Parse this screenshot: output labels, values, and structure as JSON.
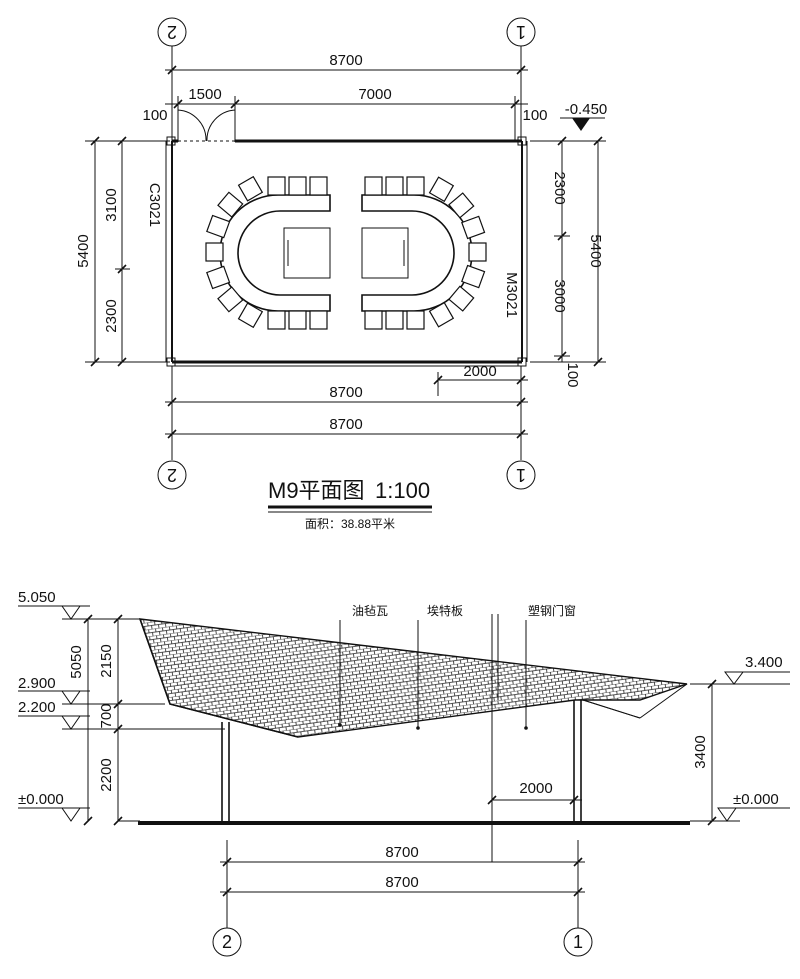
{
  "plan": {
    "axis_left": "2",
    "axis_right": "1",
    "dim_total_top": "8700",
    "dim_door": "1500",
    "dim_wall": "7000",
    "dim_100_left": "100",
    "dim_100_right": "100",
    "level": "-0.450",
    "dim_left_total": "5400",
    "dim_left_upper": "3100",
    "dim_left_lower": "2300",
    "dim_right_total": "5400",
    "dim_right_upper": "2300",
    "dim_right_lower": "3000",
    "dim_right_100": "100",
    "window_code": "C3021",
    "door_code": "M3021",
    "dim_bottom_2000": "2000",
    "dim_bottom_1": "8700",
    "dim_bottom_2": "8700",
    "title": "M9平面图",
    "scale": "1:100",
    "area": "面积：38.88平米"
  },
  "elevation": {
    "levels": {
      "top": "5.050",
      "mid1": "2.900",
      "mid2": "2.200",
      "ground_left": "±0.000",
      "right_top": "3.400",
      "ground_right": "±0.000"
    },
    "dims_left": {
      "total": "5050",
      "upper": "2150",
      "middle": "700",
      "lower": "2200"
    },
    "dim_right": "3400",
    "labels": {
      "roof": "油毡瓦",
      "board": "埃特板",
      "window": "塑钢门窗"
    },
    "dim_2000": "2000",
    "dim_bottom_1": "8700",
    "dim_bottom_2": "8700",
    "axis_left": "2",
    "axis_right": "1"
  }
}
